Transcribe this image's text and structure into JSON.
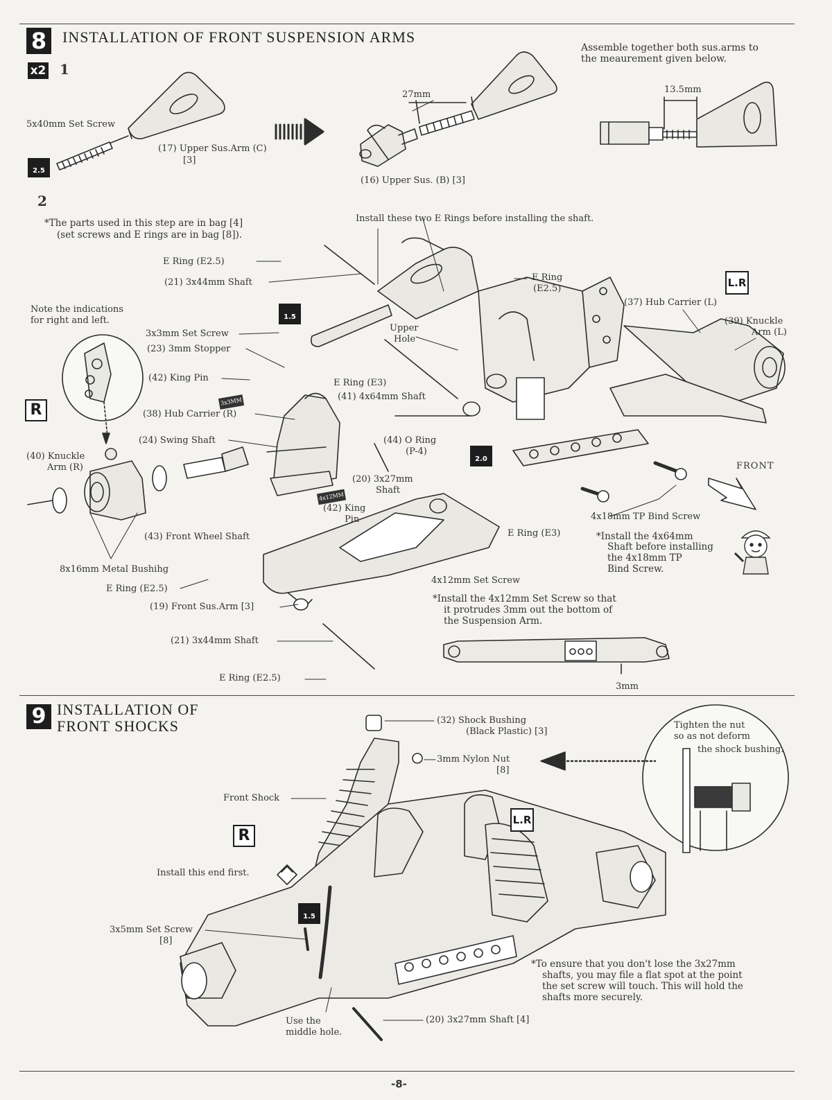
{
  "section8": {
    "number": "8",
    "title": "INSTALLATION OF FRONT SUSPENSION ARMS",
    "badge_x2": "x2",
    "step1": "1",
    "step2": "2",
    "assemble_note": [
      "Assemble together both sus.arms to",
      "the meaurement given below."
    ],
    "dim_27": "27mm",
    "dim_135": "13.5mm",
    "set_screw_5x40": "5x40mm Set Screw",
    "upper_arm_c": [
      "(17) Upper Sus.Arm (C)",
      "[3]"
    ],
    "upper_sus_b": "(16) Upper Sus. (B) [3]",
    "wrench_25": "2.5",
    "wrench_15": "1.5",
    "wrench_20": "2.0",
    "bag_note": [
      "*The parts used in this step are in bag [4]",
      "(set screws and E rings are in bag [8])."
    ],
    "install_e_rings_note": "Install these two E Rings before installing the shaft.",
    "e_ring_e25": "E Ring (E2.5)",
    "shaft_21": "(21) 3x44mm Shaft",
    "note_rl": [
      "Note the indications",
      "for right and left."
    ],
    "set_screw_3x3": "3x3mm Set Screw",
    "stopper_23": "(23) 3mm Stopper",
    "king_pin_42": "(42) King Pin",
    "hub_carrier_r": "(38) Hub Carrier (R)",
    "swing_shaft": "(24) Swing Shaft",
    "knuckle_arm_r": [
      "(40) Knuckle",
      "Arm (R)"
    ],
    "front_wheel_shaft": "(43) Front Wheel Shaft",
    "metal_bushing": "8x16mm Metal Bushihg",
    "e_ring_e25_b": "E Ring (E2.5)",
    "front_sus_arm": "(19) Front Sus.Arm [3]",
    "shaft_21_b": "(21) 3x44mm Shaft",
    "e_ring_e25_c": "E Ring (E2.5)",
    "upper_hole": [
      "Upper",
      "Hole"
    ],
    "e_ring_e3": "E Ring (E3)",
    "shaft_41": "(41) 4x64mm Shaft",
    "o_ring": [
      "(44) O Ring",
      "(P-4)"
    ],
    "shaft_20": [
      "(20) 3x27mm",
      "Shaft"
    ],
    "king_pin_42_b": [
      "(42) King",
      "Pin"
    ],
    "e_ring_e25_top": [
      "E Ring",
      "(E2.5)"
    ],
    "hub_carrier_l": "(37) Hub Carrier (L)",
    "knuckle_arm_l": [
      "(39) Knuckle",
      "Arm (L)"
    ],
    "front_label": "FRONT",
    "tp_bind": "4x18mm TP Bind Screw",
    "e_ring_e3_b": "E Ring (E3)",
    "install_64_note": [
      "*Install the 4x64mm",
      "Shaft before installing",
      "the 4x18mm TP",
      "Bind Screw."
    ],
    "set_screw_4x12": "4x12mm Set Screw",
    "install_4x12_note": [
      "*Install the 4x12mm Set Screw so that",
      "it protrudes 3mm out the bottom of",
      "the Suspension Arm."
    ],
    "dim_3mm": "3mm",
    "badge_r": "R",
    "badge_lr": "L.R",
    "tag_3x3": "3x3MM",
    "tag_4x12": "4x12MM"
  },
  "section9": {
    "number": "9",
    "title": [
      "INSTALLATION OF",
      "FRONT SHOCKS"
    ],
    "shock_bushing": [
      "(32) Shock Bushing",
      "(Black Plastic) [3]"
    ],
    "nylon_nut": [
      "3mm Nylon Nut",
      "[8]"
    ],
    "tighten_note": [
      "Tighten the nut",
      "so as not deform",
      "the shock bushing."
    ],
    "front_shock": "Front Shock",
    "badge_r": "R",
    "badge_lr": "L.R",
    "install_end_first": "Install this end first.",
    "set_screw_3x5": [
      "3x5mm Set Screw",
      "[8]"
    ],
    "wrench_15": "1.5",
    "use_middle": [
      "Use the",
      "middle hole."
    ],
    "shaft_20": "(20) 3x27mm Shaft [4]",
    "flat_spot_note": [
      "*To ensure that you don't lose the 3x27mm",
      "shafts, you may file a flat spot at the point",
      "the set screw will touch. This will hold the",
      "shafts more securely."
    ]
  },
  "page_number": "-8-"
}
